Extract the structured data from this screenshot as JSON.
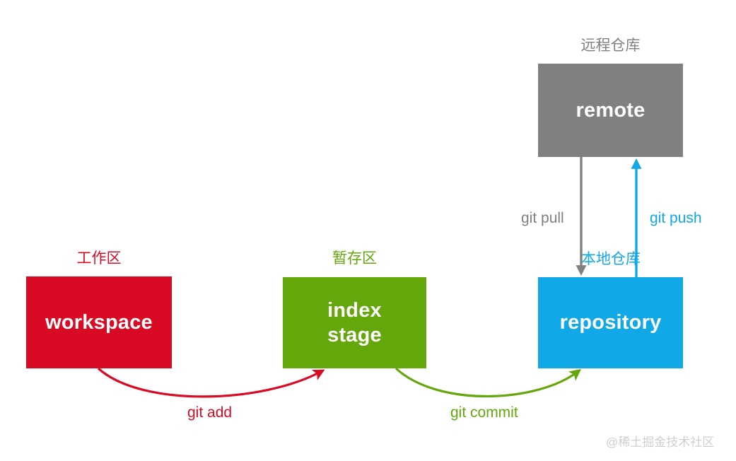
{
  "diagram": {
    "title_alt": "Git workflow diagram",
    "colors": {
      "workspace": "#d90b24",
      "index": "#64a70b",
      "repository": "#11a8e8",
      "remote": "#808080",
      "background": "#ffffff",
      "watermark": "#cfcfcf"
    },
    "nodes": [
      {
        "id": "workspace",
        "label": "workspace",
        "zone_label": "工作区",
        "color": "#d90b24"
      },
      {
        "id": "index",
        "label_line1": "index",
        "label_line2": "stage",
        "zone_label": "暂存区",
        "color": "#64a70b"
      },
      {
        "id": "repository",
        "label": "repository",
        "zone_label": "本地仓库",
        "color": "#11a8e8"
      },
      {
        "id": "remote",
        "label": "remote",
        "zone_label": "远程仓库",
        "color": "#808080"
      }
    ],
    "edges": [
      {
        "id": "git-add",
        "label": "git add",
        "from": "workspace",
        "to": "index",
        "color": "#d90b24",
        "style": "curved"
      },
      {
        "id": "git-commit",
        "label": "git commit",
        "from": "index",
        "to": "repository",
        "color": "#64a70b",
        "style": "curved"
      },
      {
        "id": "git-push",
        "label": "git push",
        "from": "repository",
        "to": "remote",
        "color": "#11a8e8",
        "style": "straight-up"
      },
      {
        "id": "git-pull",
        "label": "git pull",
        "from": "remote",
        "to": "repository",
        "color": "#808080",
        "style": "straight-down"
      }
    ],
    "watermark": "@稀土掘金技术社区"
  }
}
